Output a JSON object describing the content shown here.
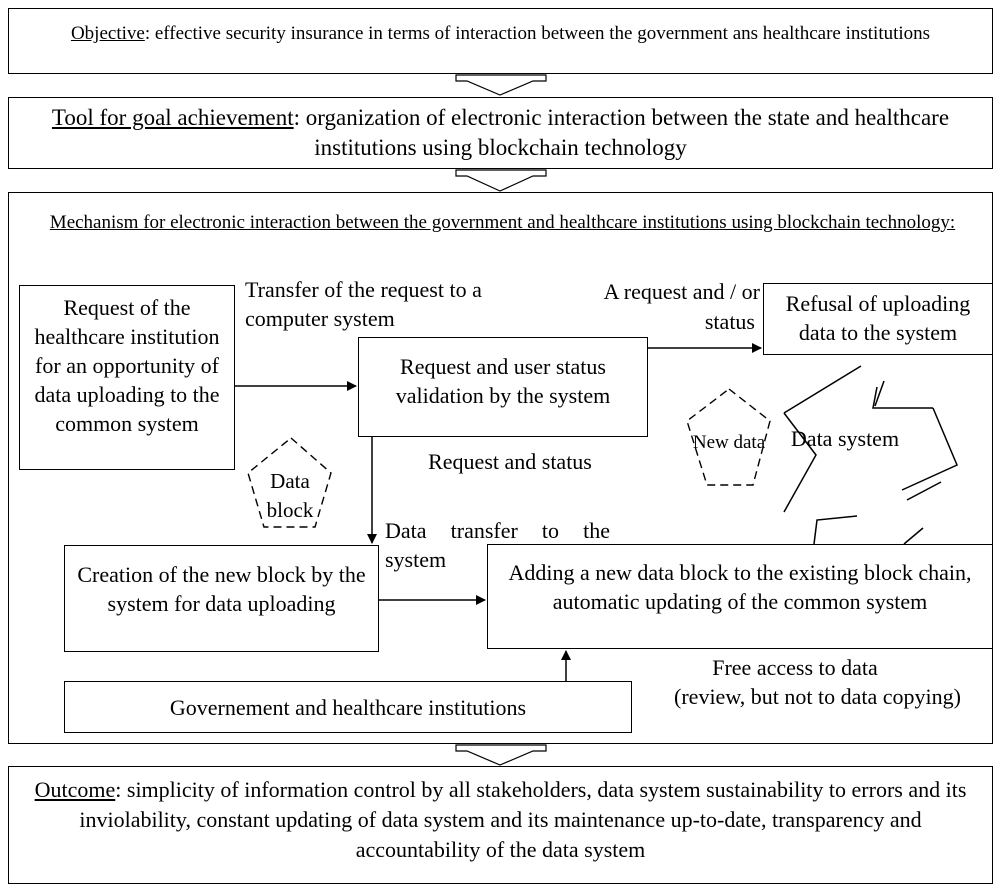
{
  "objective": {
    "label": "Objective",
    "text": ": effective security insurance in terms of interaction between the government ans healthcare institutions"
  },
  "tool": {
    "label": "Tool for goal achievement",
    "text": ": organization of electronic interaction between the state and healthcare institutions using blockchain technology"
  },
  "mechanism": {
    "title": "Mechanism for electronic interaction between the government and healthcare institutions using blockchain technology:",
    "request_box": "Request of the healthcare institution for an opportunity of data uploading to the common system",
    "transfer_label": "Transfer of the request to a computer system",
    "validation_box": "Request and user status validation by the system",
    "request_status_label_1": "A request and / or",
    "request_status_label_2": "status",
    "refusal_box": "Refusal of uploading data to the system",
    "new_data_shape": "New data",
    "data_system_shape": "Data system",
    "data_block_shape": "Data block",
    "request_and_status_label": "Request and status",
    "data_transfer_label": "Data transfer to the system",
    "creation_box": "Creation of the new block by the system for data uploading",
    "adding_box": "Adding a new data block to the existing block chain, automatic updating of the common system",
    "government_box": "Governement and  healthcare institutions",
    "free_access_label_1": "Free access to data",
    "free_access_label_2": "(review, but not to data copying)"
  },
  "outcome": {
    "label": "Outcome",
    "text": ": simplicity of information control by all stakeholders, data system sustainability to errors and its inviolability, constant updating of data system and its maintenance  up-to-date,  transparency and accountability of the data system"
  }
}
